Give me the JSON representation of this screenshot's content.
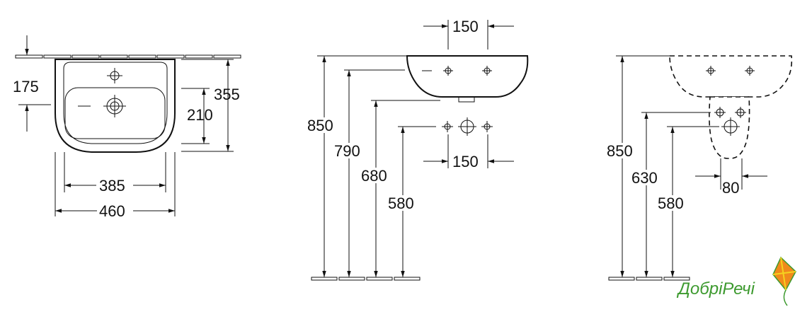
{
  "front_view": {
    "dim_top_offset": "175",
    "dim_total_depth": "355",
    "dim_inner_depth": "210",
    "dim_inner_width": "385",
    "dim_total_width": "460"
  },
  "side_view": {
    "dim_tap_spacing_top": "150",
    "dim_rim_height": "850",
    "dim_underside_height": "790",
    "dim_supply_height": "680",
    "dim_waste_height": "580",
    "dim_supply_spacing": "150"
  },
  "pedestal_view": {
    "dim_rim_height": "850",
    "dim_supply_height": "630",
    "dim_waste_height": "580",
    "dim_pedestal_width": "80"
  },
  "logo": {
    "text": "ДобріРечі",
    "colors": {
      "primary": "#3d9a2f",
      "kite_orange": "#f08a1c",
      "kite_yellow": "#f5d21f"
    }
  }
}
